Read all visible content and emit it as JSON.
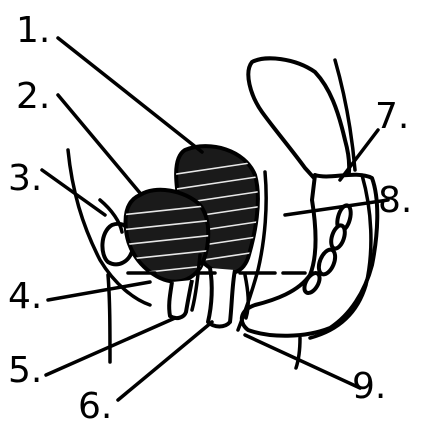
{
  "labels": {
    "l1": "1.",
    "l2": "2.",
    "l3": "3.",
    "l4": "4.",
    "l5": "5.",
    "l6": "6.",
    "l7": "7.",
    "l8": "8.",
    "l9": "9."
  }
}
